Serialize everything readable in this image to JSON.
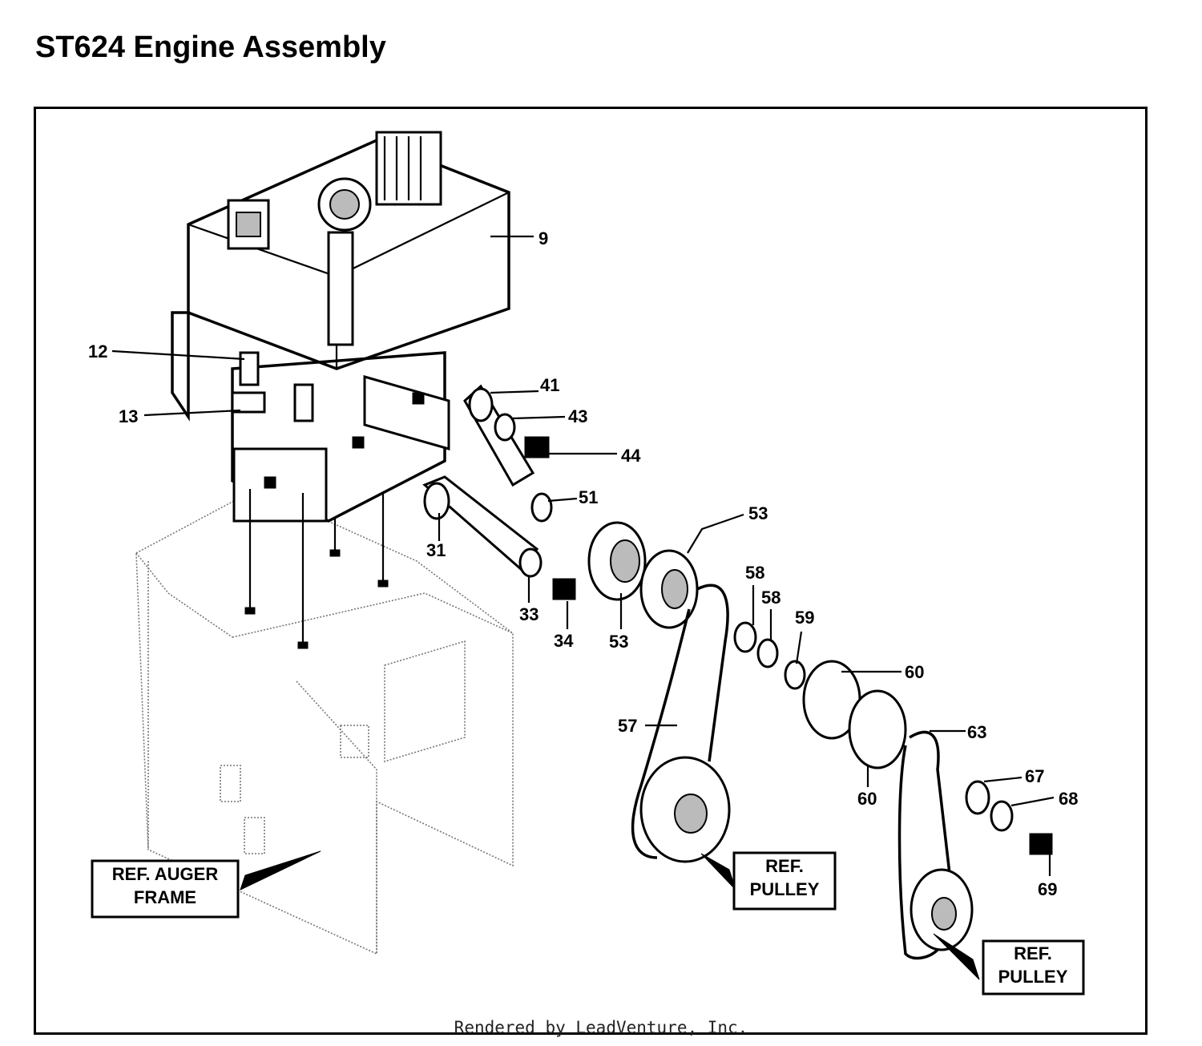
{
  "title": "ST624 Engine Assembly",
  "footer": "Rendered by LeadVenture, Inc.",
  "callouts": [
    {
      "id": "9",
      "label": "9"
    },
    {
      "id": "12",
      "label": "12"
    },
    {
      "id": "13",
      "label": "13"
    },
    {
      "id": "41",
      "label": "41"
    },
    {
      "id": "43",
      "label": "43"
    },
    {
      "id": "44",
      "label": "44"
    },
    {
      "id": "51",
      "label": "51"
    },
    {
      "id": "53a",
      "label": "53"
    },
    {
      "id": "31",
      "label": "31"
    },
    {
      "id": "58a",
      "label": "58"
    },
    {
      "id": "58b",
      "label": "58"
    },
    {
      "id": "59",
      "label": "59"
    },
    {
      "id": "33",
      "label": "33"
    },
    {
      "id": "34",
      "label": "34"
    },
    {
      "id": "53b",
      "label": "53"
    },
    {
      "id": "60a",
      "label": "60"
    },
    {
      "id": "57",
      "label": "57"
    },
    {
      "id": "63",
      "label": "63"
    },
    {
      "id": "60b",
      "label": "60"
    },
    {
      "id": "67",
      "label": "67"
    },
    {
      "id": "68",
      "label": "68"
    },
    {
      "id": "69",
      "label": "69"
    }
  ],
  "ref_boxes": {
    "auger_frame": {
      "line1": "REF. AUGER",
      "line2": "FRAME"
    },
    "pulley_1": {
      "line1": "REF.",
      "line2": "PULLEY"
    },
    "pulley_2": {
      "line1": "REF.",
      "line2": "PULLEY"
    }
  }
}
